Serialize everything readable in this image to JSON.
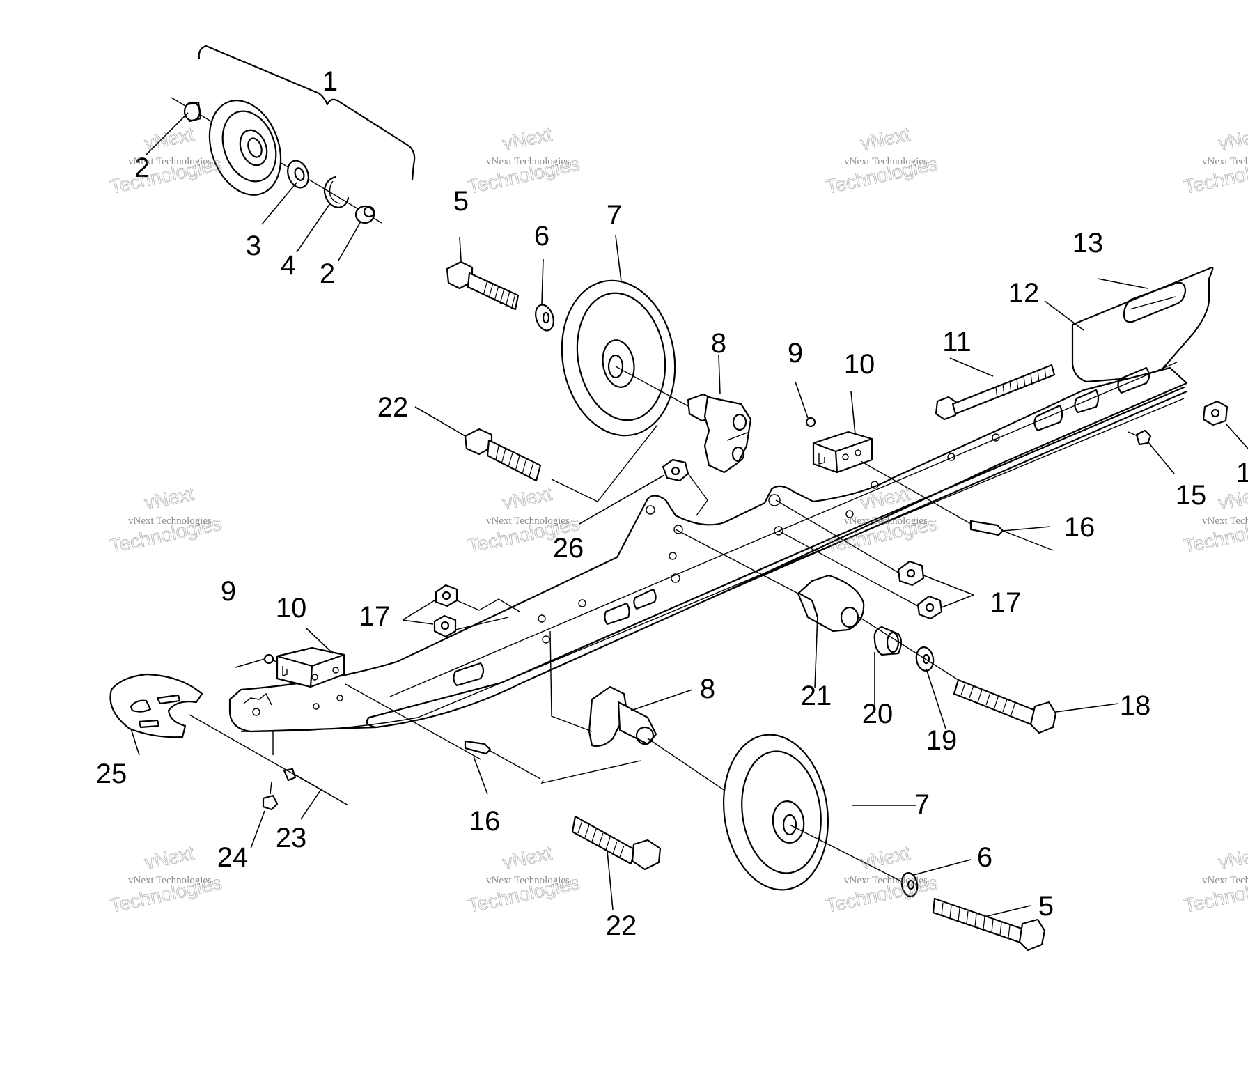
{
  "diagram": {
    "type": "exploded-parts-view",
    "callouts": [
      {
        "id": "c1",
        "text": "1"
      },
      {
        "id": "c2a",
        "text": "2"
      },
      {
        "id": "c2b",
        "text": "2"
      },
      {
        "id": "c3",
        "text": "3"
      },
      {
        "id": "c4",
        "text": "4"
      },
      {
        "id": "c5a",
        "text": "5"
      },
      {
        "id": "c6a",
        "text": "6"
      },
      {
        "id": "c7a",
        "text": "7"
      },
      {
        "id": "c8a",
        "text": "8"
      },
      {
        "id": "c9a",
        "text": "9"
      },
      {
        "id": "c10a",
        "text": "10"
      },
      {
        "id": "c11",
        "text": "11"
      },
      {
        "id": "c12",
        "text": "12"
      },
      {
        "id": "c13",
        "text": "13"
      },
      {
        "id": "c14",
        "text": "1"
      },
      {
        "id": "c15",
        "text": "15"
      },
      {
        "id": "c16a",
        "text": "16"
      },
      {
        "id": "c17a",
        "text": "17"
      },
      {
        "id": "c22a",
        "text": "22"
      },
      {
        "id": "c26",
        "text": "26"
      },
      {
        "id": "c9b",
        "text": "9"
      },
      {
        "id": "c10b",
        "text": "10"
      },
      {
        "id": "c17b",
        "text": "17"
      },
      {
        "id": "c21",
        "text": "21"
      },
      {
        "id": "c20",
        "text": "20"
      },
      {
        "id": "c19",
        "text": "19"
      },
      {
        "id": "c18",
        "text": "18"
      },
      {
        "id": "c8b",
        "text": "8"
      },
      {
        "id": "c25",
        "text": "25"
      },
      {
        "id": "c16b",
        "text": "16"
      },
      {
        "id": "c23",
        "text": "23"
      },
      {
        "id": "c24",
        "text": "24"
      },
      {
        "id": "c7b",
        "text": "7"
      },
      {
        "id": "c6b",
        "text": "6"
      },
      {
        "id": "c5b",
        "text": "5"
      },
      {
        "id": "c22b",
        "text": "22"
      }
    ]
  },
  "watermark": {
    "line1": "vNext",
    "line2": "vNext Technologies",
    "line3": "Technologies"
  }
}
